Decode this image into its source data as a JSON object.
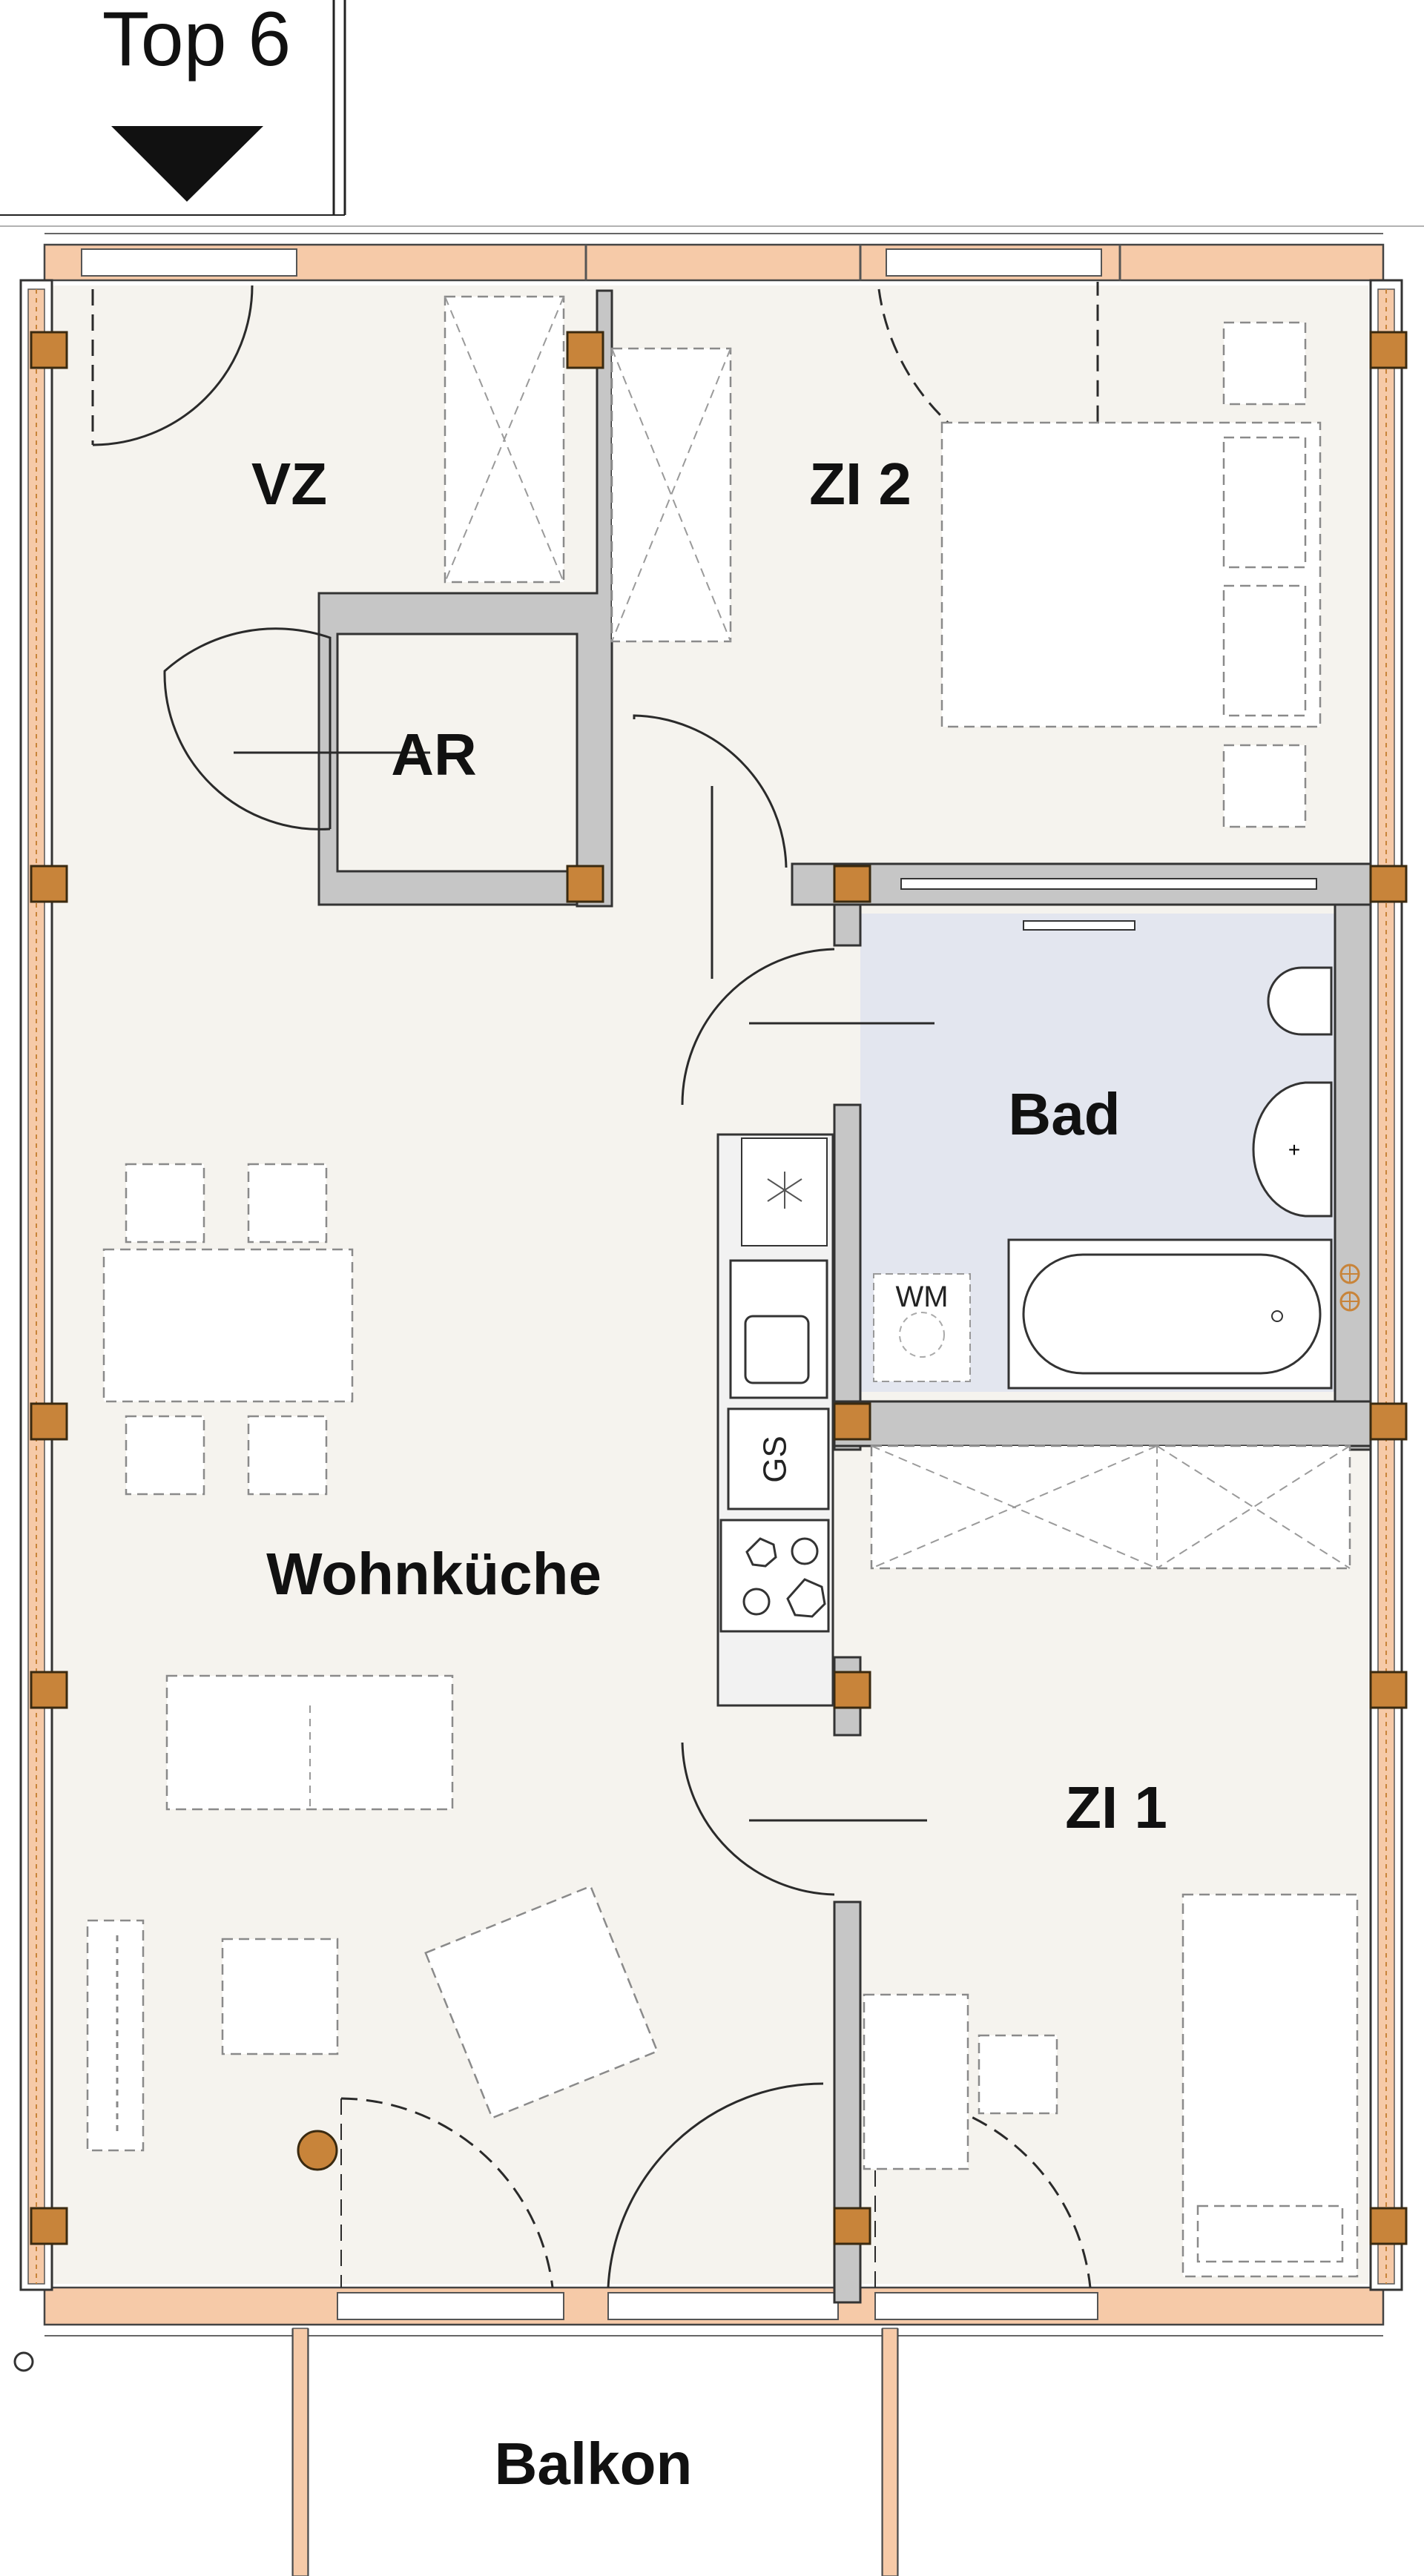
{
  "header": {
    "unit_label": "Top 6",
    "arrow_icon": "north-arrow-down-triangle"
  },
  "rooms": {
    "vz": "VZ",
    "zi2": "ZI 2",
    "ar": "AR",
    "bad": "Bad",
    "wohnkueche": "Wohnküche",
    "zi1": "ZI 1",
    "balkon": "Balkon"
  },
  "fixtures": {
    "wm": "WM",
    "gs": "GS"
  },
  "colors": {
    "floor": "#f5f3ee",
    "bath_floor": "#e3e6ef",
    "wall": "#c6c6c6",
    "window_frame": "#f6caa8",
    "column": "#c8843a"
  }
}
